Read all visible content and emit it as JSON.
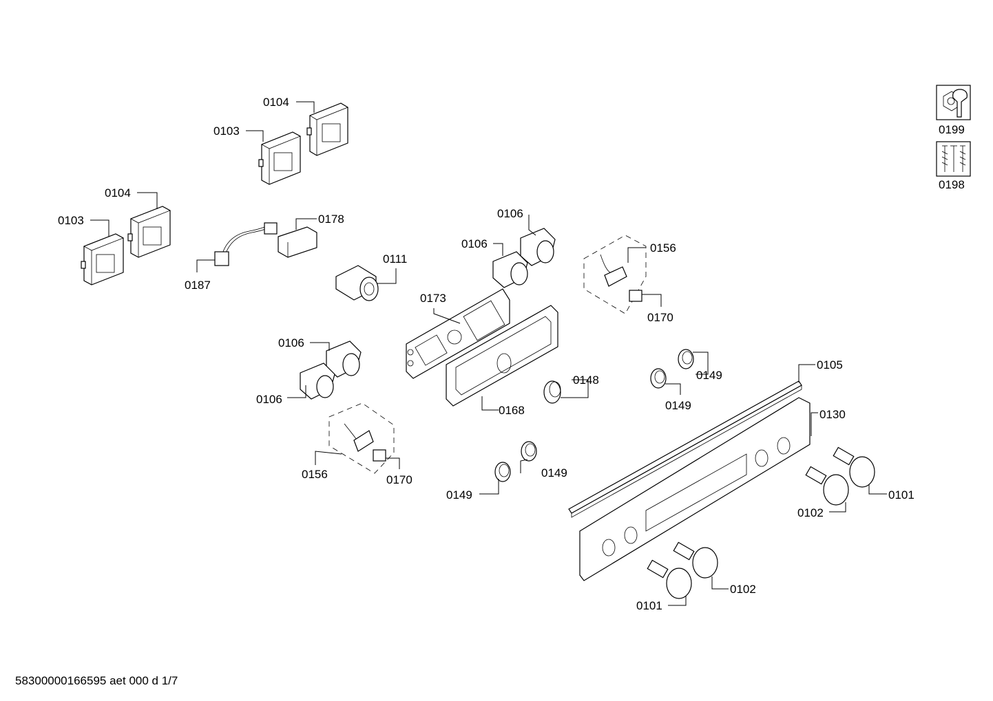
{
  "footer_code": "58300000166595 aet 000 d 1/7",
  "legend": [
    {
      "label": "0199",
      "icon": "hex-nut-wrench-icon"
    },
    {
      "label": "0198",
      "icon": "screws-icon"
    }
  ],
  "callouts": [
    "0104",
    "0103",
    "0104",
    "0103",
    "0178",
    "0187",
    "0111",
    "0106",
    "0106",
    "0156",
    "0170",
    "0173",
    "0106",
    "0106",
    "0168",
    "0148",
    "0149",
    "0149",
    "0105",
    "0130",
    "0156",
    "0170",
    "0149",
    "0149",
    "0101",
    "0102",
    "0102",
    "0101"
  ]
}
